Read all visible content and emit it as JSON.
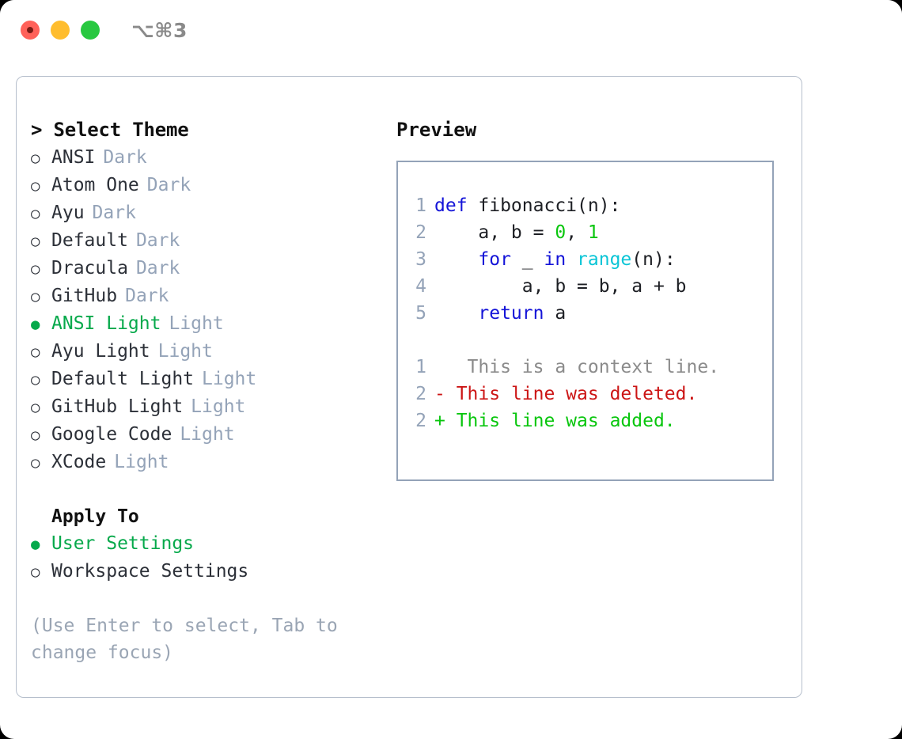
{
  "titlebar": {
    "shortcut": "⌥⌘3",
    "buttons": [
      "close",
      "minimize",
      "maximize"
    ]
  },
  "theme_picker": {
    "header": "> Select Theme",
    "prompt_symbol": ">",
    "bullet_selected": "●",
    "bullet_unselected": "○",
    "accent_color": "#06a94b",
    "badge_color": "#94a3b8",
    "items": [
      {
        "label": "ANSI",
        "badge": "Dark",
        "selected": false
      },
      {
        "label": "Atom One",
        "badge": "Dark",
        "selected": false
      },
      {
        "label": "Ayu",
        "badge": "Dark",
        "selected": false
      },
      {
        "label": "Default",
        "badge": "Dark",
        "selected": false
      },
      {
        "label": "Dracula",
        "badge": "Dark",
        "selected": false
      },
      {
        "label": "GitHub",
        "badge": "Dark",
        "selected": false
      },
      {
        "label": "ANSI Light",
        "badge": "Light",
        "selected": true
      },
      {
        "label": "Ayu Light",
        "badge": "Light",
        "selected": false
      },
      {
        "label": "Default Light",
        "badge": "Light",
        "selected": false
      },
      {
        "label": "GitHub Light",
        "badge": "Light",
        "selected": false
      },
      {
        "label": "Google Code",
        "badge": "Light",
        "selected": false
      },
      {
        "label": "XCode",
        "badge": "Light",
        "selected": false
      }
    ]
  },
  "apply_to": {
    "title": "Apply To",
    "items": [
      {
        "label": "User Settings",
        "selected": true
      },
      {
        "label": "Workspace Settings",
        "selected": false
      }
    ]
  },
  "hint": "(Use Enter to select, Tab to change focus)",
  "preview": {
    "title": "Preview",
    "code_lines": [
      {
        "no": "1",
        "tokens": [
          {
            "t": "def",
            "c": "kw"
          },
          {
            "t": " fibonacci(n):",
            "c": "code-text"
          }
        ]
      },
      {
        "no": "2",
        "tokens": [
          {
            "t": "    a, b = ",
            "c": "code-text"
          },
          {
            "t": "0",
            "c": "num"
          },
          {
            "t": ", ",
            "c": "code-text"
          },
          {
            "t": "1",
            "c": "num"
          }
        ]
      },
      {
        "no": "3",
        "tokens": [
          {
            "t": "    ",
            "c": "code-text"
          },
          {
            "t": "for",
            "c": "kw"
          },
          {
            "t": " _ ",
            "c": "code-text"
          },
          {
            "t": "in",
            "c": "kw"
          },
          {
            "t": " ",
            "c": "code-text"
          },
          {
            "t": "range",
            "c": "fn"
          },
          {
            "t": "(n):",
            "c": "code-text"
          }
        ]
      },
      {
        "no": "4",
        "tokens": [
          {
            "t": "        a, b = b, a + b",
            "c": "code-text"
          }
        ]
      },
      {
        "no": "5",
        "tokens": [
          {
            "t": "    ",
            "c": "code-text"
          },
          {
            "t": "return",
            "c": "kw"
          },
          {
            "t": " a",
            "c": "code-text"
          }
        ]
      }
    ],
    "diff_lines": [
      {
        "no": "1",
        "marker": " ",
        "text": "  This is a context line.",
        "kind": "ctx"
      },
      {
        "no": "2",
        "marker": "-",
        "text": " This line was deleted.",
        "kind": "del"
      },
      {
        "no": "2",
        "marker": "+",
        "text": " This line was added.",
        "kind": "add"
      }
    ],
    "syntax_colors": {
      "keyword": "#1414d8",
      "number": "#09c60e",
      "function": "#0ac5d6",
      "text": "#1d1f24",
      "lineno": "#94a3b8",
      "context": "#8b8b8b",
      "deleted": "#cc1515",
      "added": "#09c60e"
    }
  }
}
